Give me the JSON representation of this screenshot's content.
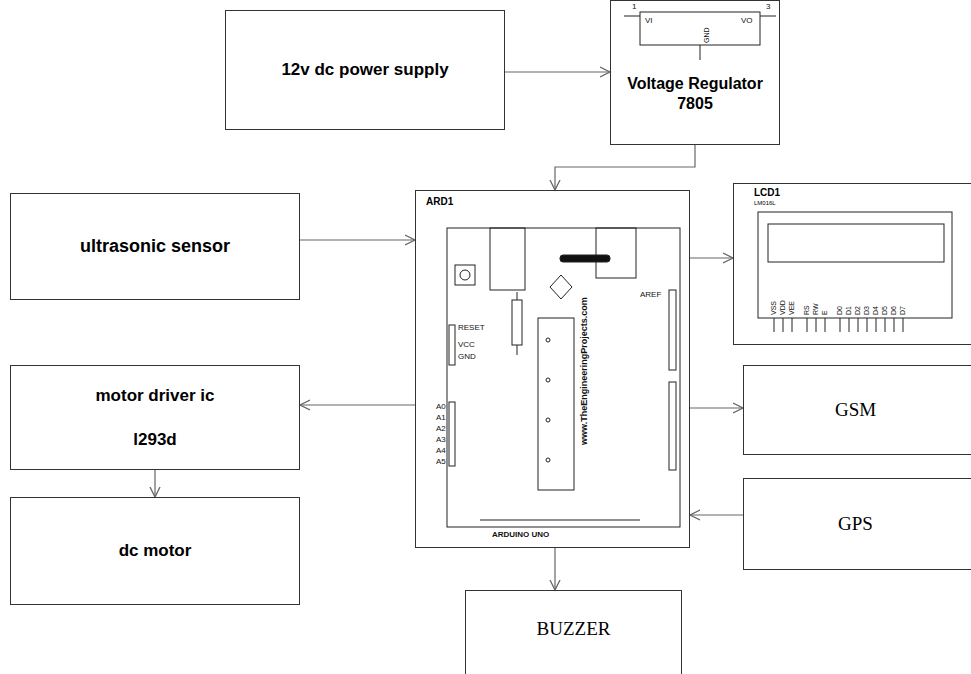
{
  "diagram": {
    "nodes": [
      {
        "text": [
          "12v dc power supply"
        ]
      },
      {
        "text": [
          "Voltage Regulator 7805"
        ]
      },
      {
        "text": [
          "ARD1"
        ]
      },
      {
        "text": [
          "LCD1",
          "LM016L"
        ]
      },
      {
        "text": [
          "ultrasonic sensor"
        ]
      },
      {
        "text": [
          "motor driver ic",
          "l293d"
        ]
      },
      {
        "text": [
          "GSM"
        ]
      },
      {
        "text": [
          "GPS"
        ]
      },
      {
        "text": [
          "dc motor"
        ]
      },
      {
        "text": [
          "BUZZER"
        ]
      }
    ],
    "edges": [
      {
        "from": 0,
        "to": 1,
        "arrow": "to"
      },
      {
        "from": 1,
        "to": 2,
        "arrow": "to"
      },
      {
        "from": 4,
        "to": 2,
        "arrow": "to"
      },
      {
        "from": 2,
        "to": 3,
        "arrow": "to"
      },
      {
        "from": 2,
        "to": 5,
        "arrow": "to"
      },
      {
        "from": 5,
        "to": 8,
        "arrow": "to"
      },
      {
        "from": 2,
        "to": 6,
        "arrow": "to"
      },
      {
        "from": 7,
        "to": 2,
        "arrow": "to"
      },
      {
        "from": 2,
        "to": 9,
        "arrow": "to"
      }
    ],
    "labels": [
      "1",
      "VI",
      "VO",
      "3",
      "GND",
      "RESET",
      "VCC",
      "GND",
      "A0",
      "A1",
      "A2",
      "A3",
      "A4",
      "A5",
      "AREF",
      "www.TheEngineeringProjects.com",
      "ARDUINO UNO",
      "VSS",
      "VDD",
      "VEE",
      "RS",
      "RW",
      "E",
      "D0",
      "D1",
      "D2",
      "D3",
      "D4",
      "D5",
      "D6",
      "D7"
    ]
  }
}
